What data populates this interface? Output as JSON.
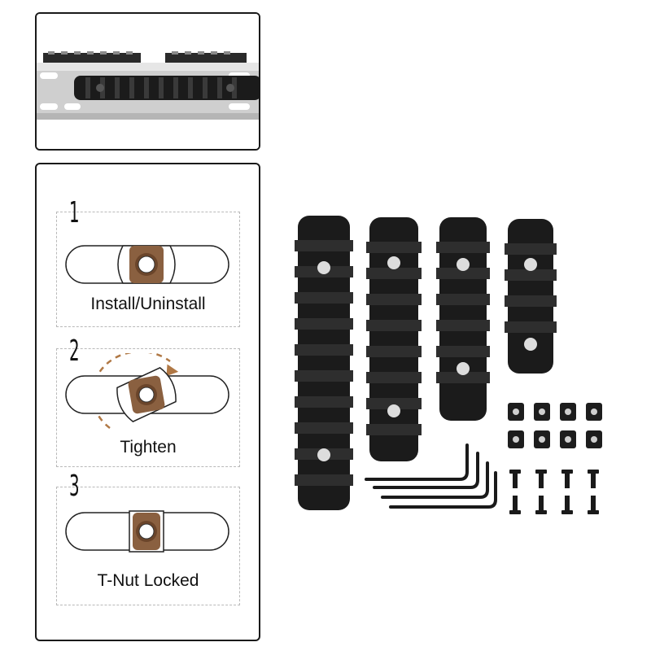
{
  "steps": [
    {
      "number": "1",
      "caption": "Install/Uninstall"
    },
    {
      "number": "2",
      "caption": "Tighten"
    },
    {
      "number": "3",
      "caption": "T-Nut Locked"
    }
  ],
  "colors": {
    "frame": "#1a1a1a",
    "dashed_border": "#b9b9b9",
    "nut_bronze": "#8a6040",
    "rail_black": "#1b1b1b",
    "rotation_arrow": "#b07845"
  },
  "icons": [
    "rail-photo",
    "t-nut-icon",
    "rotation-arrow-icon",
    "hex-key-icon",
    "screw-icon"
  ]
}
